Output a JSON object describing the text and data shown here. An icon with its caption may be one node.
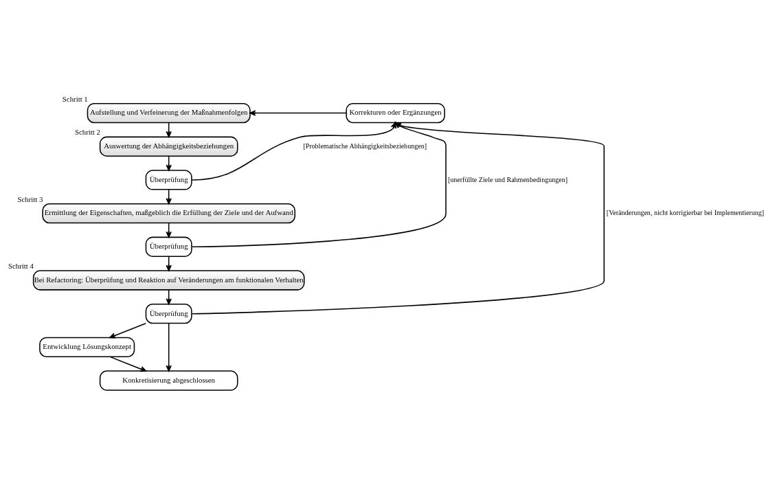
{
  "diagram": {
    "nodes": [
      {
        "text": [
          "Aufstellung und Verfeinerung der Maßnahmenfolgen"
        ],
        "beside": [
          "Schritt 1"
        ]
      },
      {
        "text": [
          "Korrekturen oder Ergänzungen"
        ]
      },
      {
        "text": [
          "Auswertung der Abhängigkeitsbeziehungen"
        ],
        "beside": [
          "Schritt 2"
        ]
      },
      {
        "text": [
          "Überprüfung"
        ]
      },
      {
        "text": [
          "Ermittlung der Eigenschaften, maßgeblich die Erfüllung der Ziele und der Aufwand"
        ],
        "beside": [
          "Schritt 3"
        ]
      },
      {
        "text": [
          "Überprüfung"
        ]
      },
      {
        "text": [
          "Bei Refactoring: Überprüfung und Reaktion auf Veränderungen am funktionalen Verhalten"
        ],
        "beside": [
          "Schritt 4"
        ]
      },
      {
        "text": [
          "Überprüfung"
        ]
      },
      {
        "text": [
          "Entwicklung Lösungskonzept"
        ]
      },
      {
        "text": [
          "Konkretisierung abgeschlossen"
        ]
      }
    ],
    "edges": [
      {
        "from": 1,
        "to": 0,
        "arrow": "to"
      },
      {
        "from": 0,
        "to": 2,
        "arrow": "to"
      },
      {
        "from": 2,
        "to": 3,
        "arrow": "to"
      },
      {
        "from": 3,
        "to": 1,
        "arrow": "to",
        "label": "[Problematische Abhängigkeitsbeziehungen]"
      },
      {
        "from": 3,
        "to": 4,
        "arrow": "to"
      },
      {
        "from": 4,
        "to": 5,
        "arrow": "to"
      },
      {
        "from": 5,
        "to": 1,
        "arrow": "to",
        "label": "[unerfüllte Ziele und Rahmenbedingungen]"
      },
      {
        "from": 5,
        "to": 6,
        "arrow": "to"
      },
      {
        "from": 6,
        "to": 7,
        "arrow": "to"
      },
      {
        "from": 7,
        "to": 1,
        "arrow": "to",
        "label": "[Veränderungen, nicht korrigierbar bei Implementierung]"
      },
      {
        "from": 7,
        "to": 8,
        "arrow": "to"
      },
      {
        "from": 7,
        "to": 9,
        "arrow": "to"
      },
      {
        "from": 8,
        "to": 9,
        "arrow": "to"
      }
    ]
  }
}
